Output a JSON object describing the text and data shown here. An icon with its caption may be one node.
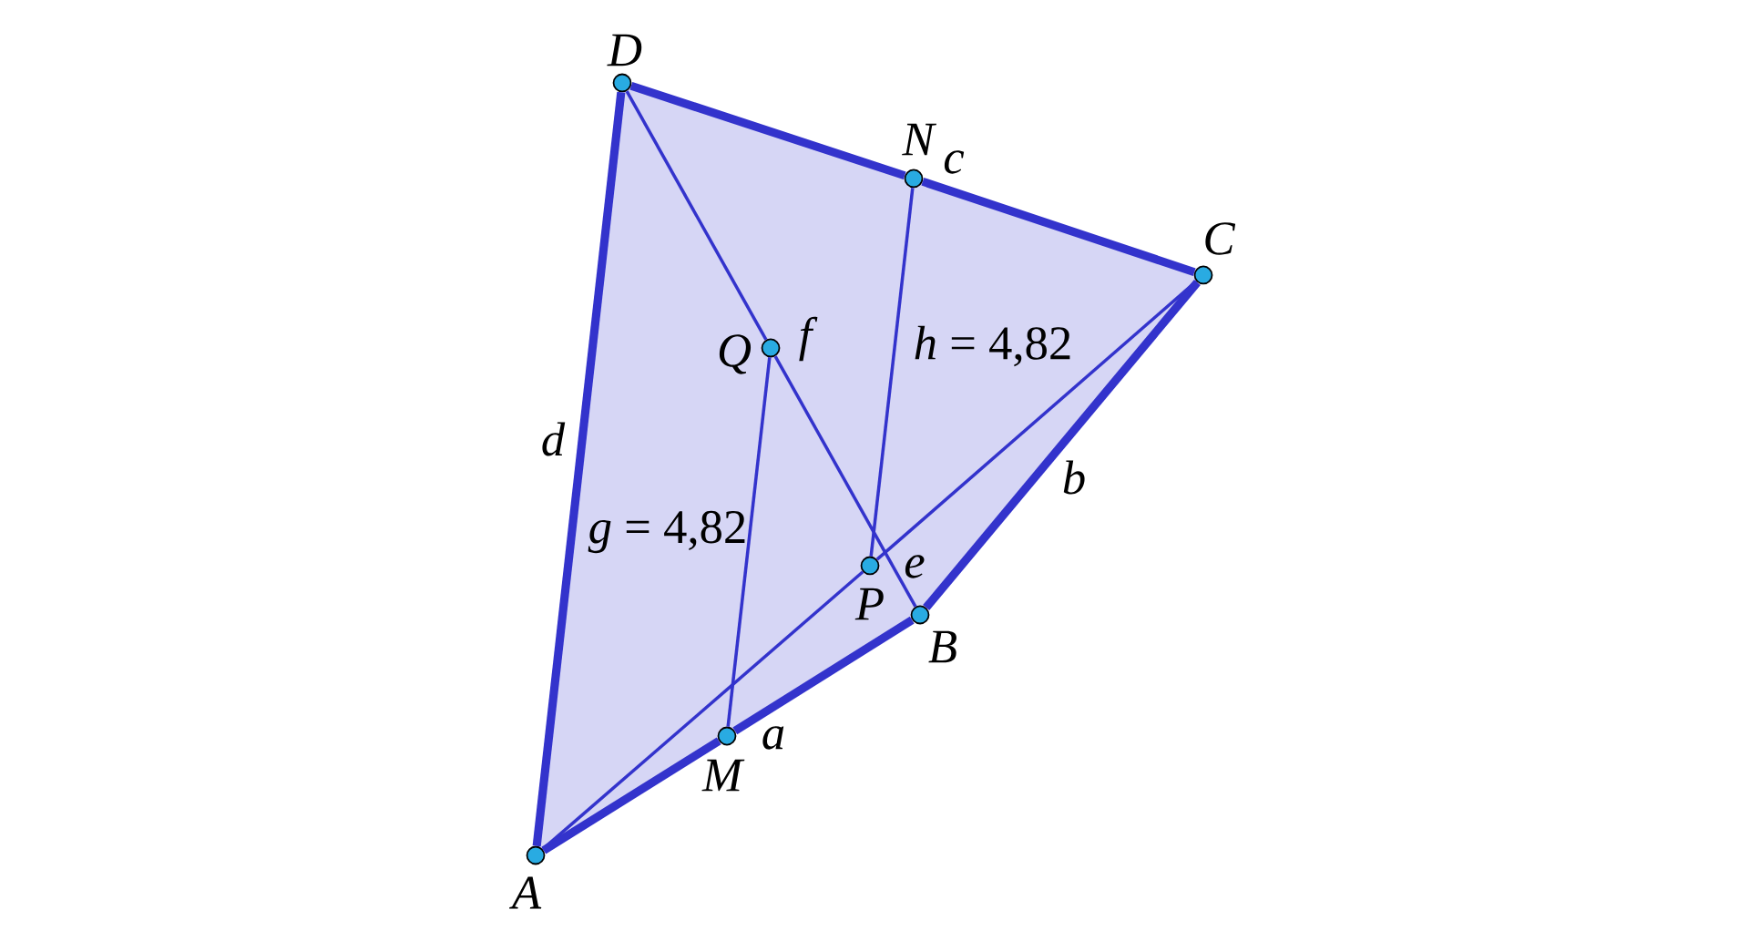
{
  "diagram": {
    "nodes": [
      {
        "text": [
          "A"
        ]
      },
      {
        "text": [
          "B"
        ]
      },
      {
        "text": [
          "C"
        ]
      },
      {
        "text": [
          "D"
        ]
      },
      {
        "text": [
          "N"
        ]
      },
      {
        "text": [
          "Q"
        ]
      },
      {
        "text": [
          "P"
        ]
      },
      {
        "text": [
          "M"
        ]
      }
    ],
    "edges": [
      {
        "from": 0,
        "to": 7,
        "arrow": "none",
        "style": "thick"
      },
      {
        "from": 7,
        "to": 1,
        "arrow": "none",
        "style": "thick",
        "label": "a"
      },
      {
        "from": 1,
        "to": 2,
        "arrow": "none",
        "style": "thick",
        "label": "b"
      },
      {
        "from": 2,
        "to": 4,
        "arrow": "none",
        "style": "thick",
        "label": "c"
      },
      {
        "from": 4,
        "to": 3,
        "arrow": "none",
        "style": "thick"
      },
      {
        "from": 3,
        "to": 0,
        "arrow": "none",
        "style": "thick",
        "label": "d"
      },
      {
        "from": 0,
        "to": 6,
        "arrow": "none"
      },
      {
        "from": 6,
        "to": 2,
        "arrow": "none",
        "label": "e"
      },
      {
        "from": 3,
        "to": 5,
        "arrow": "none"
      },
      {
        "from": 5,
        "to": 1,
        "arrow": "none",
        "label": "f"
      },
      {
        "from": 5,
        "to": 7,
        "arrow": "none",
        "label": "*g* = 4,82"
      },
      {
        "from": 4,
        "to": 6,
        "arrow": "none",
        "label": "*h* = 4,82"
      }
    ]
  }
}
